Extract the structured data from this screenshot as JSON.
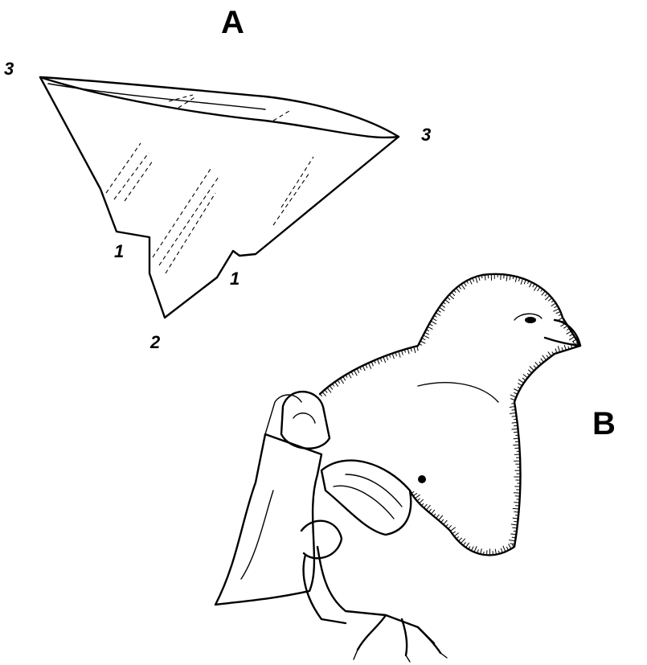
{
  "panels": {
    "a": {
      "letter": "A"
    },
    "b": {
      "letter": "B"
    }
  },
  "point_labels": {
    "top_left": "3",
    "top_right": "3",
    "notch_left": "1",
    "notch_right": "1",
    "bottom": "2"
  }
}
